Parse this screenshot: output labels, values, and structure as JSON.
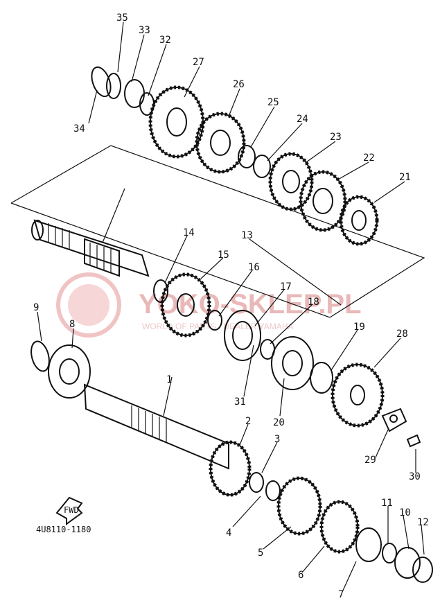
{
  "diagram": {
    "code": "4U8110-1180",
    "fwd_label": "FWD",
    "watermark": {
      "main": "YOKO-SKLEP.PL",
      "sub": "WORLD OF PARTS · DEALER YAMAHA"
    },
    "callouts": [
      "1",
      "2",
      "3",
      "4",
      "5",
      "6",
      "7",
      "8",
      "9",
      "10",
      "11",
      "12",
      "13",
      "14",
      "15",
      "16",
      "17",
      "18",
      "19",
      "20",
      "21",
      "22",
      "23",
      "24",
      "25",
      "26",
      "27",
      "28",
      "29",
      "30",
      "31",
      "32",
      "33",
      "34",
      "35"
    ]
  }
}
